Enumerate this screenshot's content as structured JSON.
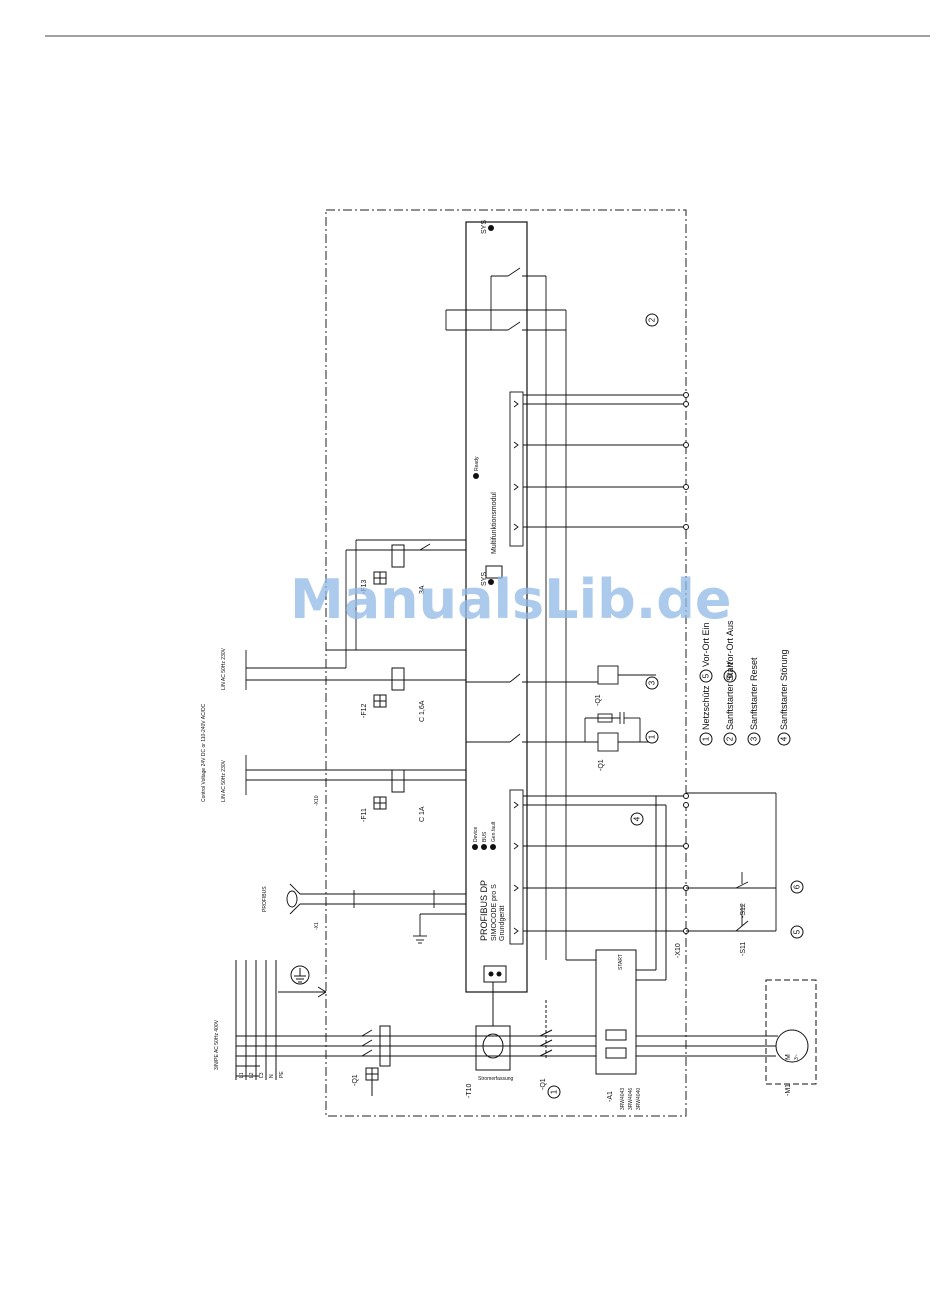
{
  "watermark": "ManualsLib.de",
  "legend": {
    "items": [
      {
        "num": "1",
        "text": "Netzschütz"
      },
      {
        "num": "2",
        "text": "Sanftstarter Start"
      },
      {
        "num": "3",
        "text": "Sanftstarter Reset"
      },
      {
        "num": "4",
        "text": "Sanftstarter Störung"
      },
      {
        "num": "5",
        "text": "Vor-Ort Ein"
      },
      {
        "num": "6",
        "text": "Vor-Ort Aus"
      }
    ]
  },
  "supply": {
    "main": "3/N/PE AC 50Hz 400V",
    "phases": [
      "L1",
      "L2",
      "L3",
      "N",
      "PE"
    ],
    "control": "Control Voltage 24V DC or 110-240V AC/DC",
    "ac1": "L/N AC 50Hz 230V",
    "ac2": "L/N AC 50Hz 230V"
  },
  "modules": {
    "base_title": "SIMOCODE pro S",
    "base_sub": "Grundgerät",
    "base_bus": "PROFIBUS DP",
    "base_leds": [
      "Device",
      "BUS",
      "Gen.fault"
    ],
    "multi_title": "Multifunktionsmodul",
    "multi_led": "Ready",
    "profibus": "PROFIBUS",
    "sys": "SYS"
  },
  "devices": {
    "q1": "-Q1",
    "f11": "-F11",
    "f12": "-F12",
    "f13": "-F13",
    "x10": "-X10",
    "x1": "-X1",
    "t10": "-T10",
    "a1": "-A1",
    "m1": "-M1",
    "s12": "-S12",
    "s11": "-S11",
    "c1a": "C 1A",
    "c16a": "C 1,6A",
    "rating": "3A",
    "t10_label": "Stromerfassung",
    "a1_types": [
      "3RW4043",
      "3RW4046",
      "3RW4040"
    ],
    "start": "START",
    "motor": "M\n3~"
  }
}
